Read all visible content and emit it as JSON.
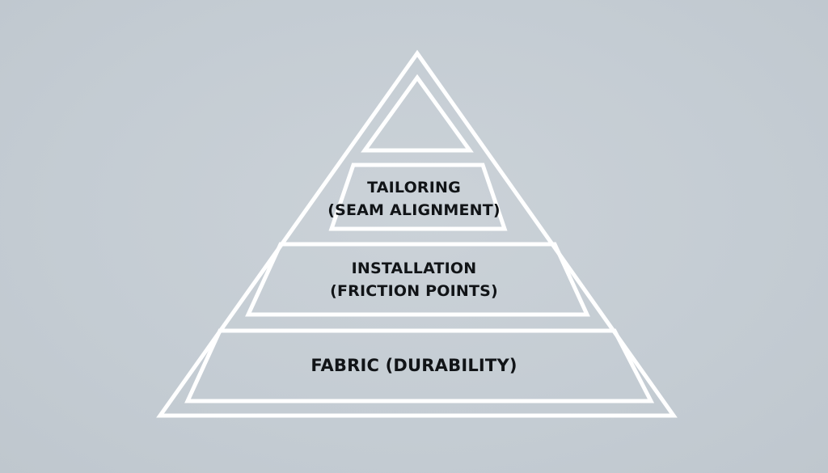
{
  "diagram": {
    "type": "pyramid",
    "tiers": [
      {
        "id": "apex",
        "lines": []
      },
      {
        "id": "tailoring",
        "lines": [
          "TAILORING",
          "(SEAM ALIGNMENT)"
        ]
      },
      {
        "id": "installation",
        "lines": [
          "INSTALLATION",
          "(FRICTION POINTS)"
        ]
      },
      {
        "id": "fabric",
        "lines": [
          "FABRIC (DURABILITY)"
        ]
      }
    ]
  },
  "colors": {
    "background": "#c5cdd4",
    "outline": "#ffffff",
    "text": "#111417"
  }
}
